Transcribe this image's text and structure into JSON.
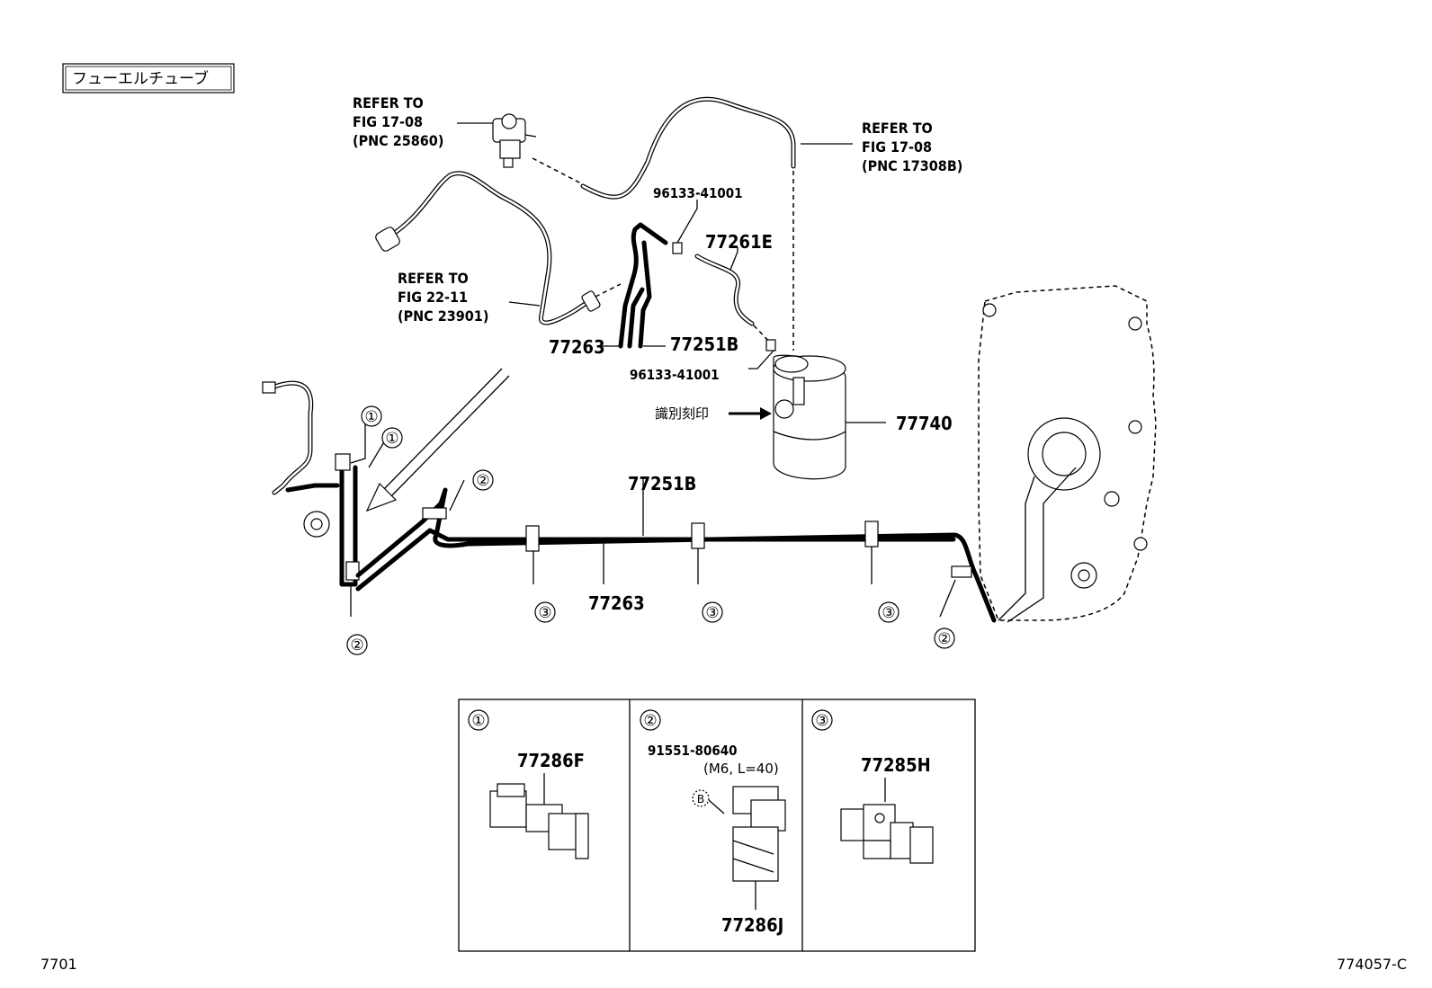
{
  "header": {
    "title": "フューエルチューブ"
  },
  "references": [
    {
      "line1": "REFER TO",
      "line2": "FIG 17-08",
      "line3": "(PNC 25860)"
    },
    {
      "line1": "REFER TO",
      "line2": "FIG 17-08",
      "line3": "(PNC 17308B)"
    },
    {
      "line1": "REFER TO",
      "line2": "FIG 22-11",
      "line3": "(PNC 23901)"
    }
  ],
  "parts": {
    "p96133_top": "96133-41001",
    "p77261E": "77261E",
    "p77263_top": "77263",
    "p77251B_top": "77251B",
    "p96133_bottom": "96133-41001",
    "identification_mark": "識別刻印",
    "p77740": "77740",
    "p77251B_main": "77251B",
    "p77263_main": "77263"
  },
  "clamp_callouts": [
    "①",
    "①",
    "②",
    "②",
    "②",
    "③",
    "③",
    "③"
  ],
  "detail_panels": [
    {
      "number": "①",
      "part": "77286F"
    },
    {
      "number": "②",
      "bolt": "91551-80640",
      "bolt_spec": "(M6, L=40)",
      "bolt_mark": "B",
      "part": "77286J"
    },
    {
      "number": "③",
      "part": "77285H"
    }
  ],
  "footer": {
    "left_code": "7701",
    "right_code": "774057-C"
  }
}
